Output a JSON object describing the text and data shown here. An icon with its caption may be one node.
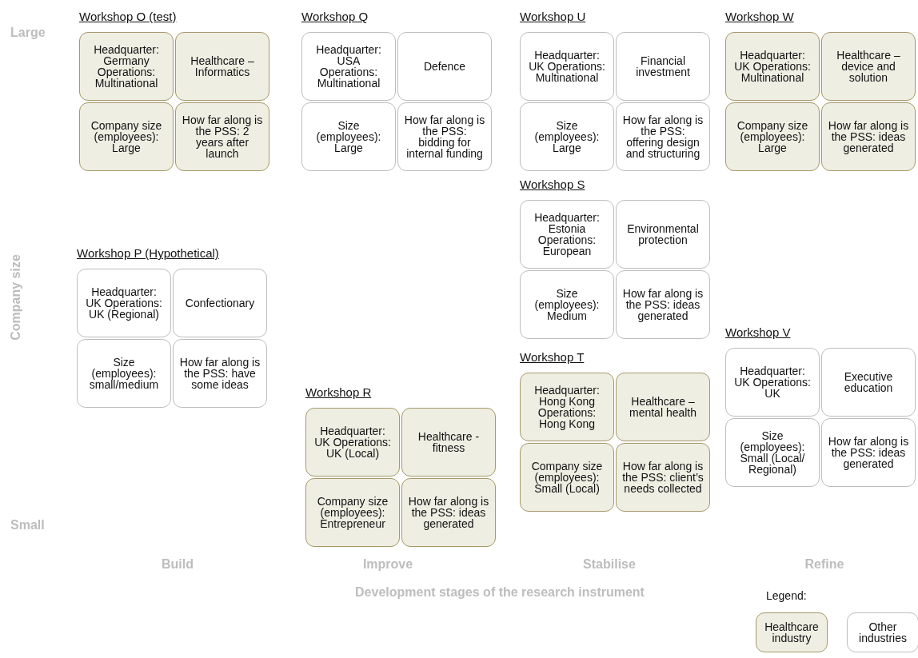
{
  "diagram": {
    "nodes": [
      {
        "text": [
          "Workshop O (test)"
        ]
      },
      {
        "text": [
          "Headquarter: Germany Operations: Multinational"
        ],
        "in": 0
      },
      {
        "text": [
          "Healthcare – Informatics"
        ],
        "in": 0
      },
      {
        "text": [
          "Company size (employees): Large"
        ],
        "in": 0
      },
      {
        "text": [
          "How far along is the PSS: 2 years after launch"
        ],
        "in": 0
      },
      {
        "text": [
          "Workshop Q"
        ]
      },
      {
        "text": [
          "Headquarter: USA Operations: Multinational"
        ],
        "in": 5
      },
      {
        "text": [
          "Defence"
        ],
        "in": 5
      },
      {
        "text": [
          "Size (employees): Large"
        ],
        "in": 5
      },
      {
        "text": [
          "How far along is the PSS: bidding for internal funding"
        ],
        "in": 5
      },
      {
        "text": [
          "Workshop U"
        ]
      },
      {
        "text": [
          "Headquarter: UK Operations: Multinational"
        ],
        "in": 10
      },
      {
        "text": [
          "Financial investment"
        ],
        "in": 10
      },
      {
        "text": [
          "Size (employees): Large"
        ],
        "in": 10
      },
      {
        "text": [
          "How far along is the PSS: offering design and structuring"
        ],
        "in": 10
      },
      {
        "text": [
          "Workshop W"
        ]
      },
      {
        "text": [
          "Headquarter: UK Operations: Multinational"
        ],
        "in": 15
      },
      {
        "text": [
          "Healthcare – device and solution"
        ],
        "in": 15
      },
      {
        "text": [
          "Company size (employees): Large"
        ],
        "in": 15
      },
      {
        "text": [
          "How far along is the PSS: ideas generated"
        ],
        "in": 15
      },
      {
        "text": [
          "Workshop S"
        ]
      },
      {
        "text": [
          "Headquarter: Estonia Operations: European"
        ],
        "in": 20
      },
      {
        "text": [
          "Environmental protection"
        ],
        "in": 20
      },
      {
        "text": [
          "Size (employees): Medium"
        ],
        "in": 20
      },
      {
        "text": [
          "How far along is the PSS: ideas generated"
        ],
        "in": 20
      },
      {
        "text": [
          "Workshop P (Hypothetical)"
        ]
      },
      {
        "text": [
          "Headquarter: UK Operations: UK (Regional)"
        ],
        "in": 25
      },
      {
        "text": [
          "Confectionary"
        ],
        "in": 25
      },
      {
        "text": [
          "Size (employees): small/medium"
        ],
        "in": 25
      },
      {
        "text": [
          "How far along is the PSS: have some ideas"
        ],
        "in": 25
      },
      {
        "text": [
          "Workshop V"
        ]
      },
      {
        "text": [
          "Headquarter: UK Operations: UK"
        ],
        "in": 30
      },
      {
        "text": [
          "Executive education"
        ],
        "in": 30
      },
      {
        "text": [
          "Size (employees): Small (Local/ Regional)"
        ],
        "in": 30
      },
      {
        "text": [
          "How far along is the PSS: ideas generated"
        ],
        "in": 30
      },
      {
        "text": [
          "Workshop T"
        ]
      },
      {
        "text": [
          "Headquarter: Hong Kong Operations: Hong Kong"
        ],
        "in": 35
      },
      {
        "text": [
          "Healthcare – mental health"
        ],
        "in": 35
      },
      {
        "text": [
          "Company size (employees): Small (Local)"
        ],
        "in": 35
      },
      {
        "text": [
          "How far along is the PSS: client’s needs collected"
        ],
        "in": 35
      },
      {
        "text": [
          "Workshop R"
        ]
      },
      {
        "text": [
          "Headquarter: UK Operations: UK (Local)"
        ],
        "in": 40
      },
      {
        "text": [
          "Healthcare - fitness"
        ],
        "in": 40
      },
      {
        "text": [
          "Company size (employees): Entrepreneur"
        ],
        "in": 40
      },
      {
        "text": [
          "How far along is the PSS: ideas generated"
        ],
        "in": 40
      }
    ],
    "labels": [
      "Large",
      "Company size",
      "Small",
      "Build",
      "Improve",
      "Stabilise",
      "Refine",
      "Development stages of the research instrument",
      "Legend:"
    ],
    "legend": [
      {
        "text": "Healthcare industry",
        "color": "#efeee3"
      },
      {
        "text": "Other industries",
        "color": "#ffffff"
      }
    ]
  }
}
